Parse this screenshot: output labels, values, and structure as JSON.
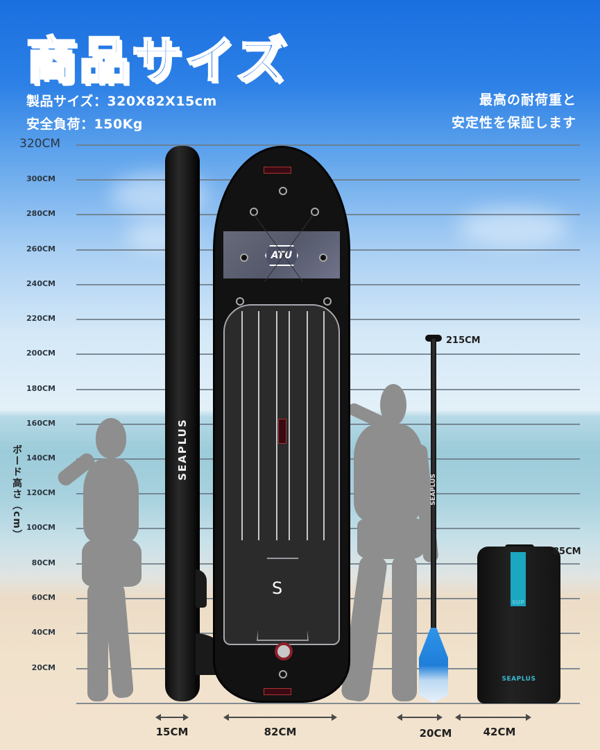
{
  "header": {
    "title": "商品サイズ",
    "product_size": "製品サイズ：320X82X15cm",
    "safe_load": "安全負荷：150Kg",
    "slogan_line1": "最高の耐荷重と",
    "slogan_line2": "安定性を保証します"
  },
  "axis": {
    "title": "ボード高さ（cm）",
    "ticks": [
      "320CM",
      "300CM",
      "280CM",
      "260CM",
      "240CM",
      "220CM",
      "200CM",
      "180CM",
      "160CM",
      "140CM",
      "120CM",
      "100CM",
      "80CM",
      "60CM",
      "40CM",
      "20CM"
    ]
  },
  "board": {
    "side_brand": "SEAPLUS",
    "deck_logo": "ATU",
    "tail_logo": "S",
    "width_label": "82CM",
    "thickness_label": "15CM"
  },
  "paddle": {
    "brand": "SEAPLUS",
    "height_label": "215CM",
    "blade_width_label": "20CM"
  },
  "bag": {
    "badge": "SUP",
    "brand": "SEAPLUS",
    "height_label": "85CM",
    "width_label": "42CM"
  },
  "colors": {
    "sky_top": "#1a6fe0",
    "title_blue": "#1c6fe0",
    "bag_accent": "#1ba7c0",
    "paddle_blue": "#2f94ea",
    "silhouette": "#8e8e8e"
  }
}
